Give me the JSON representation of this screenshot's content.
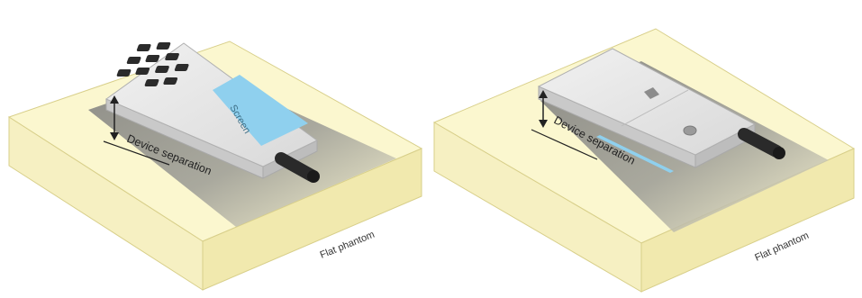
{
  "left_setup": {
    "screen_label": "Screen",
    "separation_label": "Device separation",
    "phantom_label": "Flat phantom",
    "keypad_key_count": 11
  },
  "right_setup": {
    "separation_label": "Device separation",
    "phantom_label": "Flat phantom"
  },
  "colors": {
    "phantom_top": "#fbf7cf",
    "phantom_side": "#f3ecb4",
    "phantom_outline": "#d8cf8a",
    "shadow_dark": "#6b6b6b",
    "device_body": "#e8e8e8",
    "device_side": "#cfcfcf",
    "screen_blue": "#8fd0ee",
    "keypad_keys": "#2b2b2b",
    "antenna": "#2a2a2a"
  }
}
